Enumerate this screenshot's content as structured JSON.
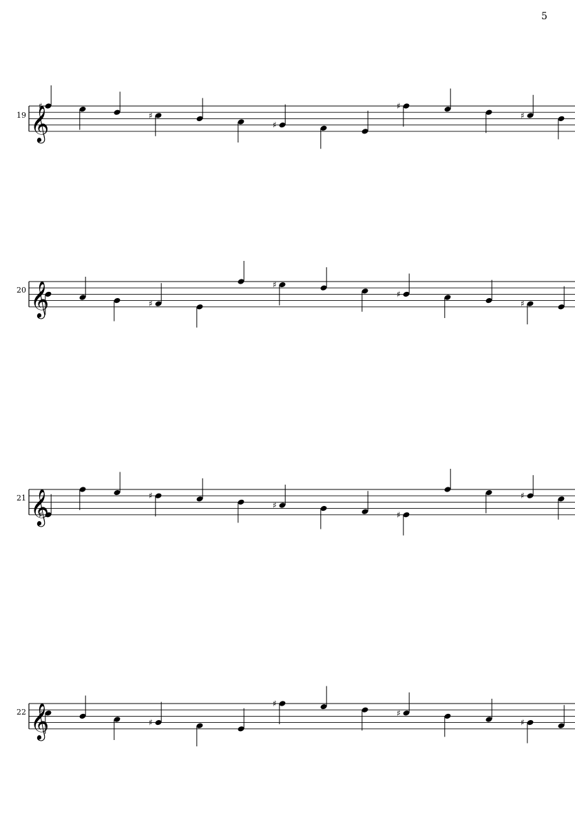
{
  "page": {
    "number": "5"
  },
  "systems": [
    {
      "measure_number": "19",
      "clef": "treble"
    },
    {
      "measure_number": "20",
      "clef": "treble"
    },
    {
      "measure_number": "21",
      "clef": "treble"
    },
    {
      "measure_number": "22",
      "clef": "treble"
    }
  ]
}
